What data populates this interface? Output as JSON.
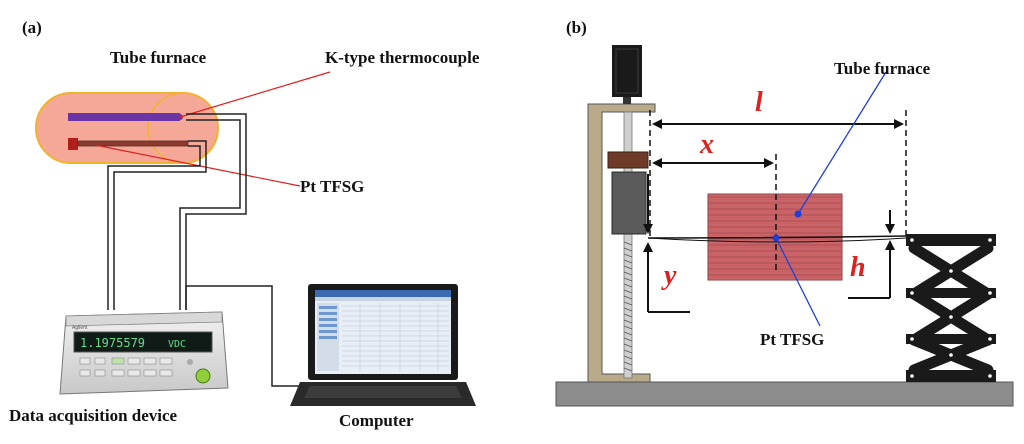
{
  "panel_a": {
    "tag": "(a)",
    "tube_furnace_label": "Tube furnace",
    "thermocouple_label": "K-type thermocouple",
    "sensor_label": "Pt TFSG",
    "daq_label": "Data acquisition device",
    "computer_label": "Computer",
    "daq_display_reading": "1.1975579",
    "daq_display_unit": "VDC",
    "daq_brand": "Agilent"
  },
  "panel_b": {
    "tag": "(b)",
    "tube_furnace_label": "Tube furnace",
    "sensor_label": "Pt TFSG",
    "var_l": "l",
    "var_x": "x",
    "var_y": "y",
    "var_h": "h"
  },
  "colors": {
    "furnace_fill": "#f5a898",
    "furnace_border": "#f2b22e",
    "thermocouple": "#6b35a6",
    "leader_line": "#e02020",
    "furnace_box": "#c0545a",
    "variable_text": "#e0201c",
    "frame": "#b9ab8a",
    "base": "#8c8c8c",
    "scissor_lift": "#1a1a1a",
    "pointer": "#1f3fd8"
  }
}
